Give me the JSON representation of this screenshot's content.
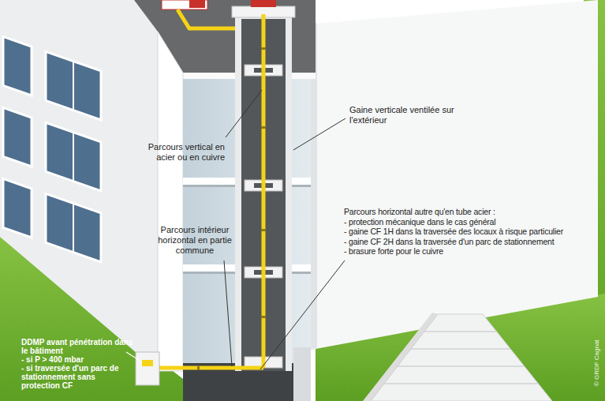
{
  "diagram": {
    "labels": [
      "Gaine verticale ventilée sur l'extérieur",
      "Parcours vertical en acier ou en cuivre",
      "Parcours intérieur horizontal en partie commune",
      "Parcours horizontal autre qu'en tube acier :",
      "- protection mécanique dans le cas général",
      "- gaine CF 1H dans la traversée des locaux à risque particulier",
      "- gaine CF 2H dans la traversée d'un parc de stationnement",
      "- brasure forte pour le cuivre",
      "DDMP avant pénétration dans le bâtiment",
      "- si P > 400 mbar",
      "- si traversée d'un parc de stationnement sans protection CF",
      "© GRDF Cagnat"
    ]
  }
}
